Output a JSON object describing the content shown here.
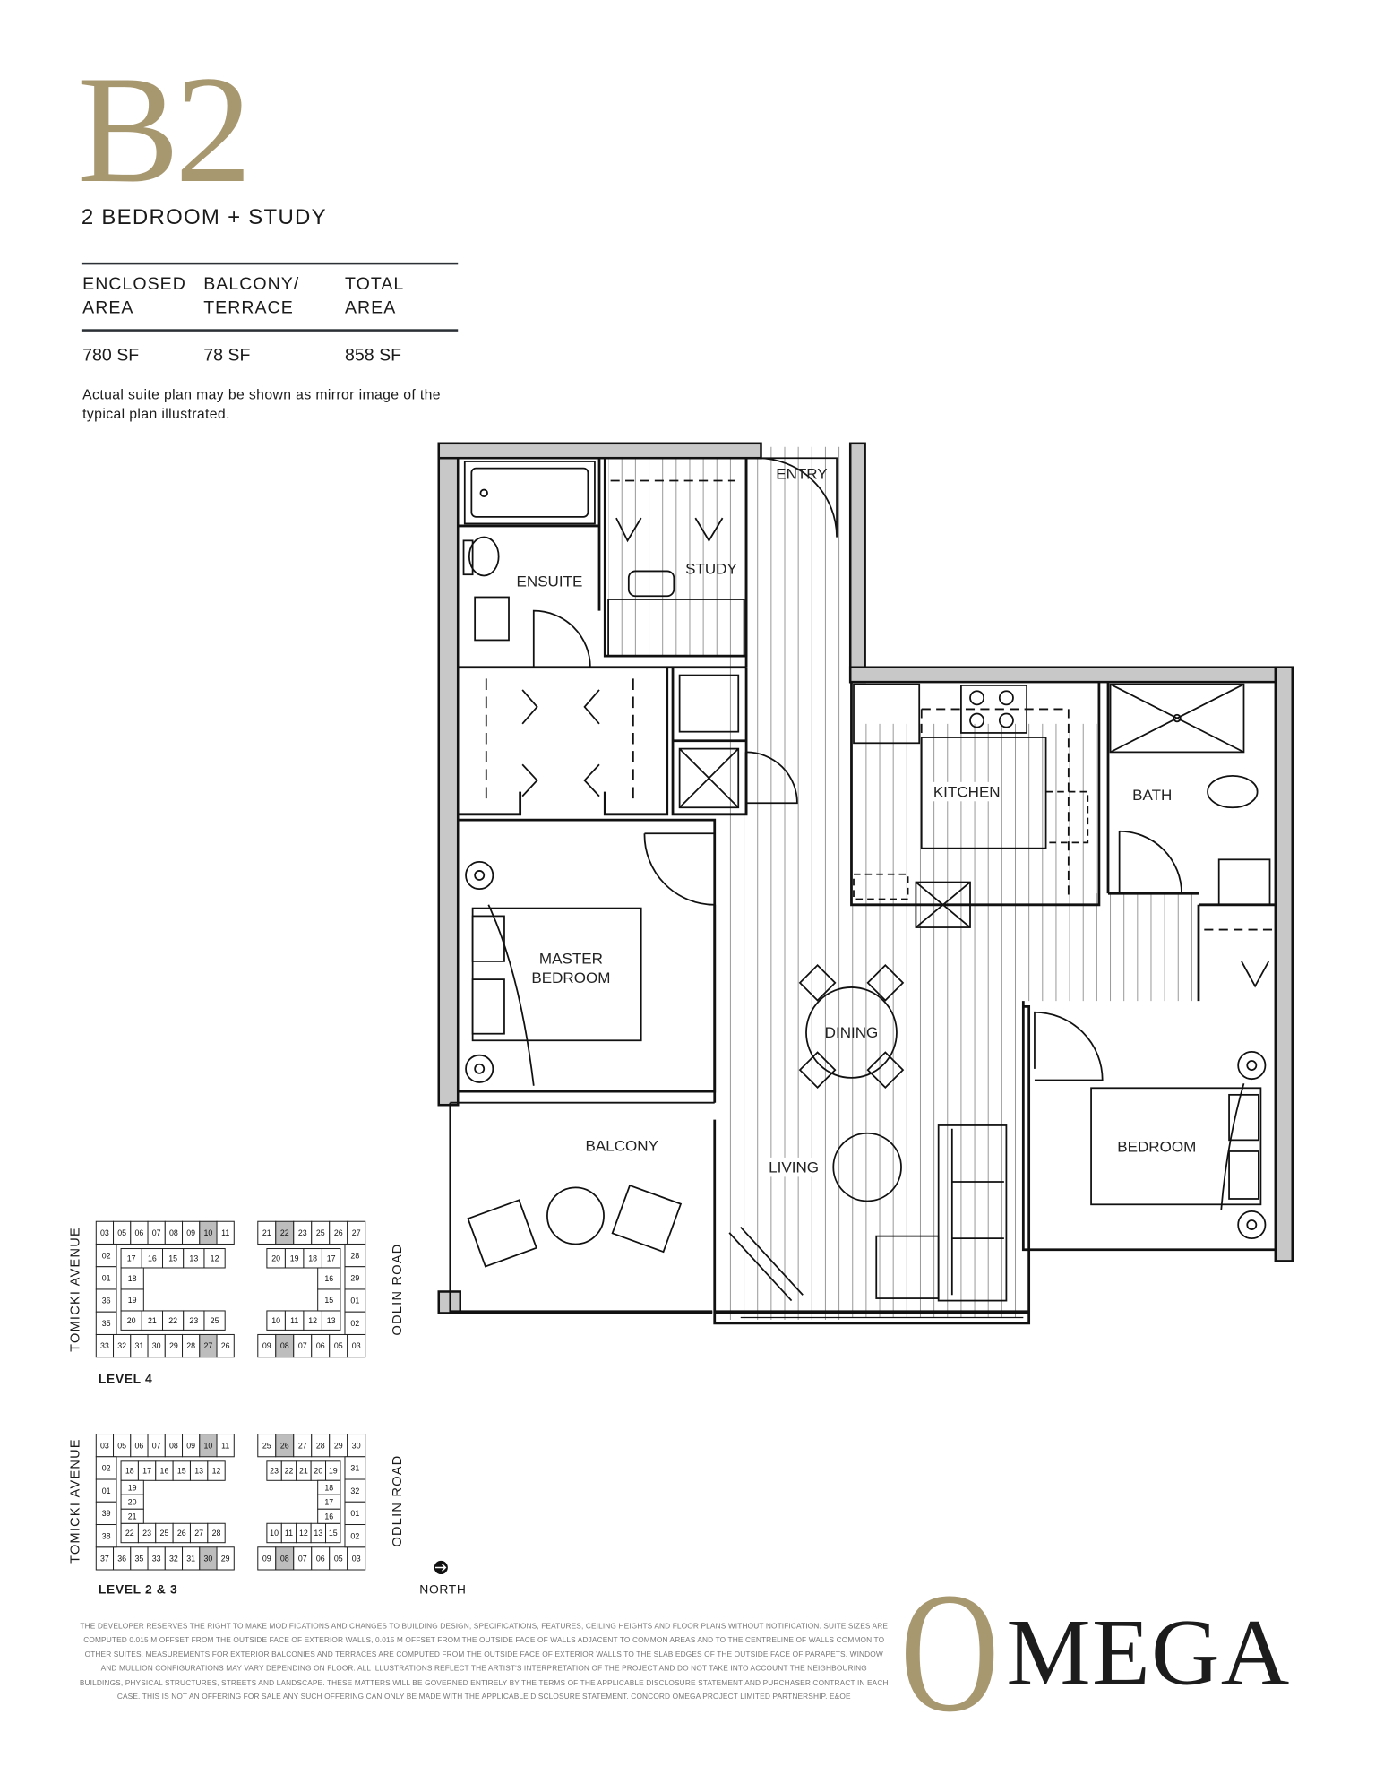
{
  "unit": {
    "code": "B2",
    "type": "2 BEDROOM + STUDY"
  },
  "areas": {
    "headers": [
      [
        "ENCLOSED",
        "AREA"
      ],
      [
        "BALCONY/",
        "TERRACE"
      ],
      [
        "TOTAL",
        "AREA"
      ]
    ],
    "values": [
      "780 SF",
      "78 SF",
      "858 SF"
    ]
  },
  "note": "Actual suite plan may be shown as mirror image of the typical plan illustrated.",
  "rooms": {
    "entry": "ENTRY",
    "study": "STUDY",
    "ensuite": "ENSUITE",
    "kitchen": "KITCHEN",
    "bath": "BATH",
    "master_bedroom": "MASTER BEDROOM",
    "dining": "DINING",
    "balcony": "BALCONY",
    "living": "LIVING",
    "bedroom": "BEDROOM"
  },
  "colors": {
    "accent_gold": "#a89870",
    "wall_gray": "#c8c8c8",
    "highlight_unit": "#bdbdbd"
  },
  "keyplans": {
    "street_west": "TOMICKI AVENUE",
    "street_east": "ODLIN ROAD",
    "north_label": "NORTH",
    "north_icon": "north-arrow-icon",
    "levels": [
      {
        "label": "LEVEL 4",
        "blocks": [
          {
            "top": [
              "03",
              "05",
              "06",
              "07",
              "08",
              "09",
              "10",
              "11"
            ],
            "side": [
              "02",
              "01",
              "36",
              "35"
            ],
            "bottom": [
              "33",
              "32",
              "31",
              "30",
              "29",
              "28",
              "27",
              "26"
            ],
            "inner_top": [
              "17",
              "16",
              "15",
              "13",
              "12"
            ],
            "inner_side": [
              "18",
              "19"
            ],
            "inner_bottom": [
              "20",
              "21",
              "22",
              "23",
              "25"
            ],
            "highlight": [
              "10",
              "27"
            ]
          },
          {
            "top": [
              "21",
              "22",
              "23",
              "25",
              "26",
              "27"
            ],
            "side": [
              "28",
              "29",
              "01",
              "02"
            ],
            "bottom": [
              "09",
              "08",
              "07",
              "06",
              "05",
              "03"
            ],
            "inner_top": [
              "20",
              "19",
              "18",
              "17"
            ],
            "inner_side": [
              "16",
              "15"
            ],
            "inner_bottom": [
              "10",
              "11",
              "12",
              "13"
            ],
            "highlight": [
              "22",
              "08"
            ]
          }
        ]
      },
      {
        "label": "LEVEL 2 & 3",
        "blocks": [
          {
            "top": [
              "03",
              "05",
              "06",
              "07",
              "08",
              "09",
              "10",
              "11"
            ],
            "side": [
              "02",
              "01",
              "39",
              "38"
            ],
            "bottom": [
              "37",
              "36",
              "35",
              "33",
              "32",
              "31",
              "30",
              "29"
            ],
            "inner_top": [
              "18",
              "17",
              "16",
              "15",
              "13",
              "12"
            ],
            "inner_side": [
              "19",
              "20",
              "21"
            ],
            "inner_bottom": [
              "22",
              "23",
              "25",
              "26",
              "27",
              "28"
            ],
            "highlight": [
              "10",
              "30"
            ]
          },
          {
            "top": [
              "25",
              "26",
              "27",
              "28",
              "29",
              "30"
            ],
            "side": [
              "31",
              "32",
              "01",
              "02"
            ],
            "bottom": [
              "09",
              "08",
              "07",
              "06",
              "05",
              "03"
            ],
            "inner_top": [
              "23",
              "22",
              "21",
              "20",
              "19"
            ],
            "inner_side": [
              "18",
              "17",
              "16"
            ],
            "inner_bottom": [
              "10",
              "11",
              "12",
              "13",
              "15"
            ],
            "highlight": [
              "26",
              "08"
            ]
          }
        ]
      }
    ]
  },
  "disclaimer": "THE DEVELOPER RESERVES THE RIGHT TO MAKE MODIFICATIONS AND CHANGES TO BUILDING DESIGN, SPECIFICATIONS, FEATURES, CEILING HEIGHTS AND FLOOR PLANS WITHOUT NOTIFICATION. SUITE SIZES ARE COMPUTED 0.015 M OFFSET FROM THE OUTSIDE FACE OF EXTERIOR WALLS, 0.015 M OFFSET FROM THE OUTSIDE FACE OF WALLS ADJACENT TO COMMON AREAS AND TO THE CENTRELINE OF WALLS COMMON TO OTHER SUITES. MEASUREMENTS FOR EXTERIOR BALCONIES AND TERRACES ARE COMPUTED FROM THE OUTSIDE FACE OF EXTERIOR WALLS TO THE SLAB EDGES OF THE OUTSIDE FACE OF PARAPETS. WINDOW AND MULLION CONFIGURATIONS MAY VARY DEPENDING ON FLOOR. ALL ILLUSTRATIONS REFLECT THE ARTIST'S INTERPRETATION OF THE PROJECT AND DO NOT TAKE INTO ACCOUNT THE NEIGHBOURING BUILDINGS, PHYSICAL STRUCTURES, STREETS AND LANDSCAPE. THESE MATTERS WILL BE GOVERNED ENTIRELY BY THE TERMS OF THE APPLICABLE DISCLOSURE STATEMENT AND PURCHASER CONTRACT IN EACH CASE. THIS IS NOT AN OFFERING FOR SALE ANY SUCH OFFERING CAN ONLY BE MADE WITH THE APPLICABLE DISCLOSURE STATEMENT. CONCORD OMEGA PROJECT LIMITED PARTNERSHIP. E&OE",
  "logo": {
    "initial": "O",
    "rest": "MEGA"
  }
}
